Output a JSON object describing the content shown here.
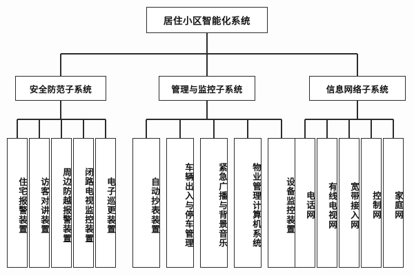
{
  "diagram": {
    "title": "居住小区智能化系统",
    "type": "organizational-tree",
    "orientation": "top-down",
    "colors": {
      "background": "#fdfdfd",
      "box_fill": "#ffffff",
      "box_border": "#2b2b2b",
      "text": "#111111",
      "connector": "#2b2b2b"
    },
    "root": {
      "label": "居住小区智能化系统"
    },
    "branches": [
      {
        "label": "安全防范子系统",
        "leaves": [
          {
            "label": "住宅报警装置"
          },
          {
            "label": "访客对讲装置"
          },
          {
            "label": "周边防越报警装置"
          },
          {
            "label": "闭路电视监控装置"
          },
          {
            "label": "电子巡更装置"
          }
        ]
      },
      {
        "label": "管理与监控子系统",
        "leaves": [
          {
            "label": "自动抄表装置"
          },
          {
            "label": "车辆出入与停车管理"
          },
          {
            "label": "紧急广播与背景音乐"
          },
          {
            "label": "物业管理计算机系统"
          },
          {
            "label": "设备监控装置"
          }
        ]
      },
      {
        "label": "信息网络子系统",
        "leaves": [
          {
            "label": "电话网"
          },
          {
            "label": "有线电视网"
          },
          {
            "label": "宽带接入网"
          },
          {
            "label": "控制网"
          },
          {
            "label": "家庭网"
          }
        ]
      }
    ]
  }
}
